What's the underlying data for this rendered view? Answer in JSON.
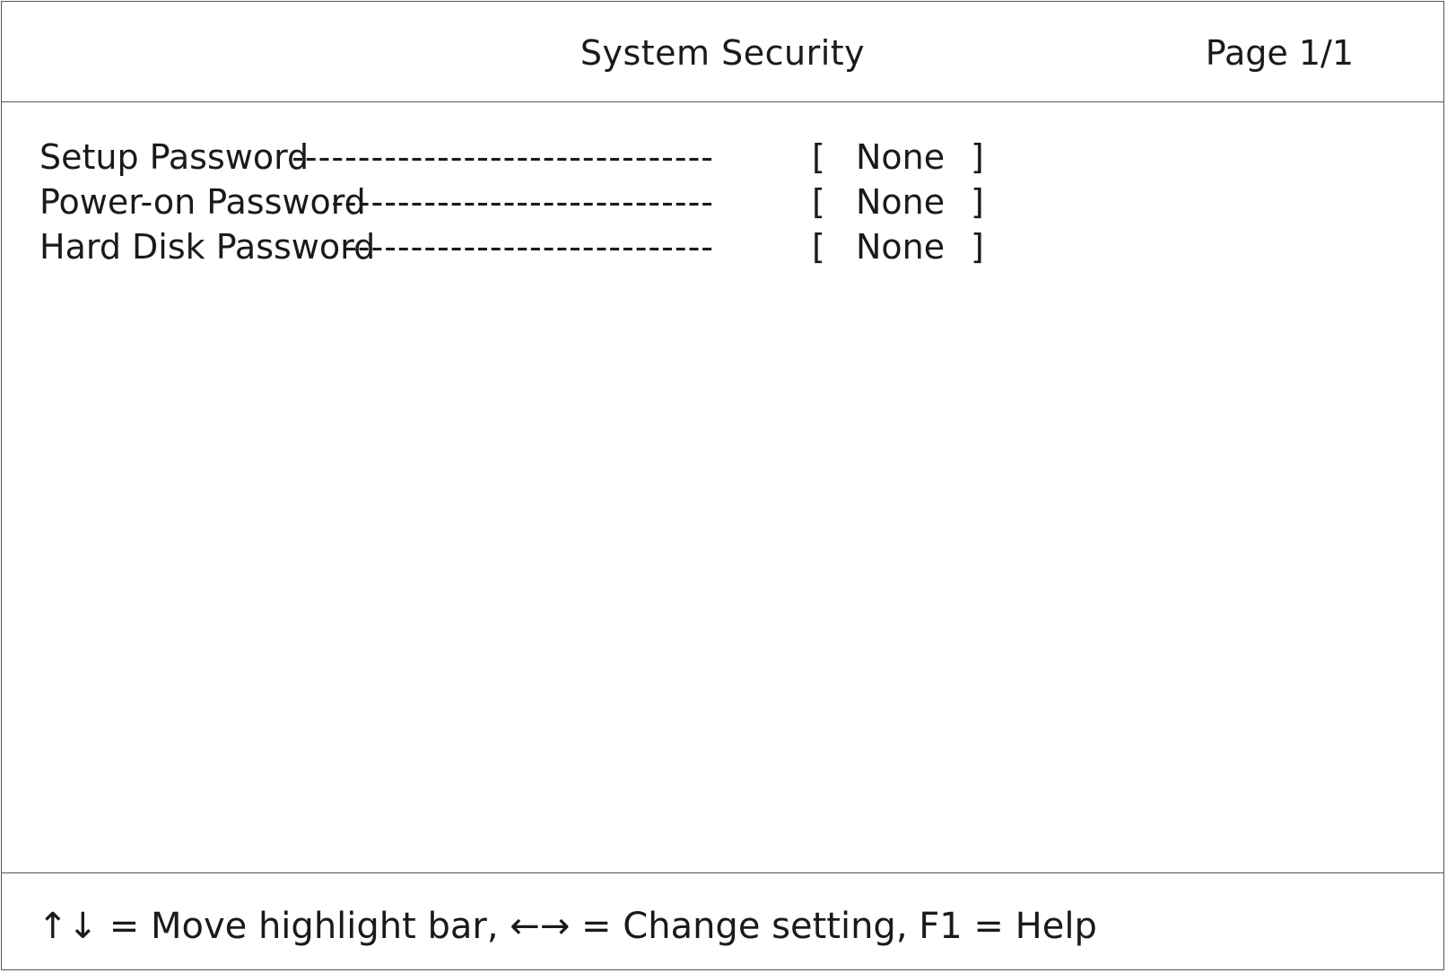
{
  "header": {
    "title": "System Security",
    "page": "Page 1/1"
  },
  "settings": [
    {
      "label": "Setup Password",
      "dashes": "--------------------------------",
      "open_bracket": "[",
      "value": "None",
      "close_bracket": "]"
    },
    {
      "label": "Power-on Password",
      "dashes": "-----------------------------",
      "open_bracket": "[",
      "value": "None",
      "close_bracket": "]"
    },
    {
      "label": "Hard Disk Password",
      "dashes": "----------------------------",
      "open_bracket": "[",
      "value": "None",
      "close_bracket": "]"
    }
  ],
  "footer": {
    "help": "↑↓ = Move highlight bar, ←→ = Change setting, F1 = Help"
  }
}
